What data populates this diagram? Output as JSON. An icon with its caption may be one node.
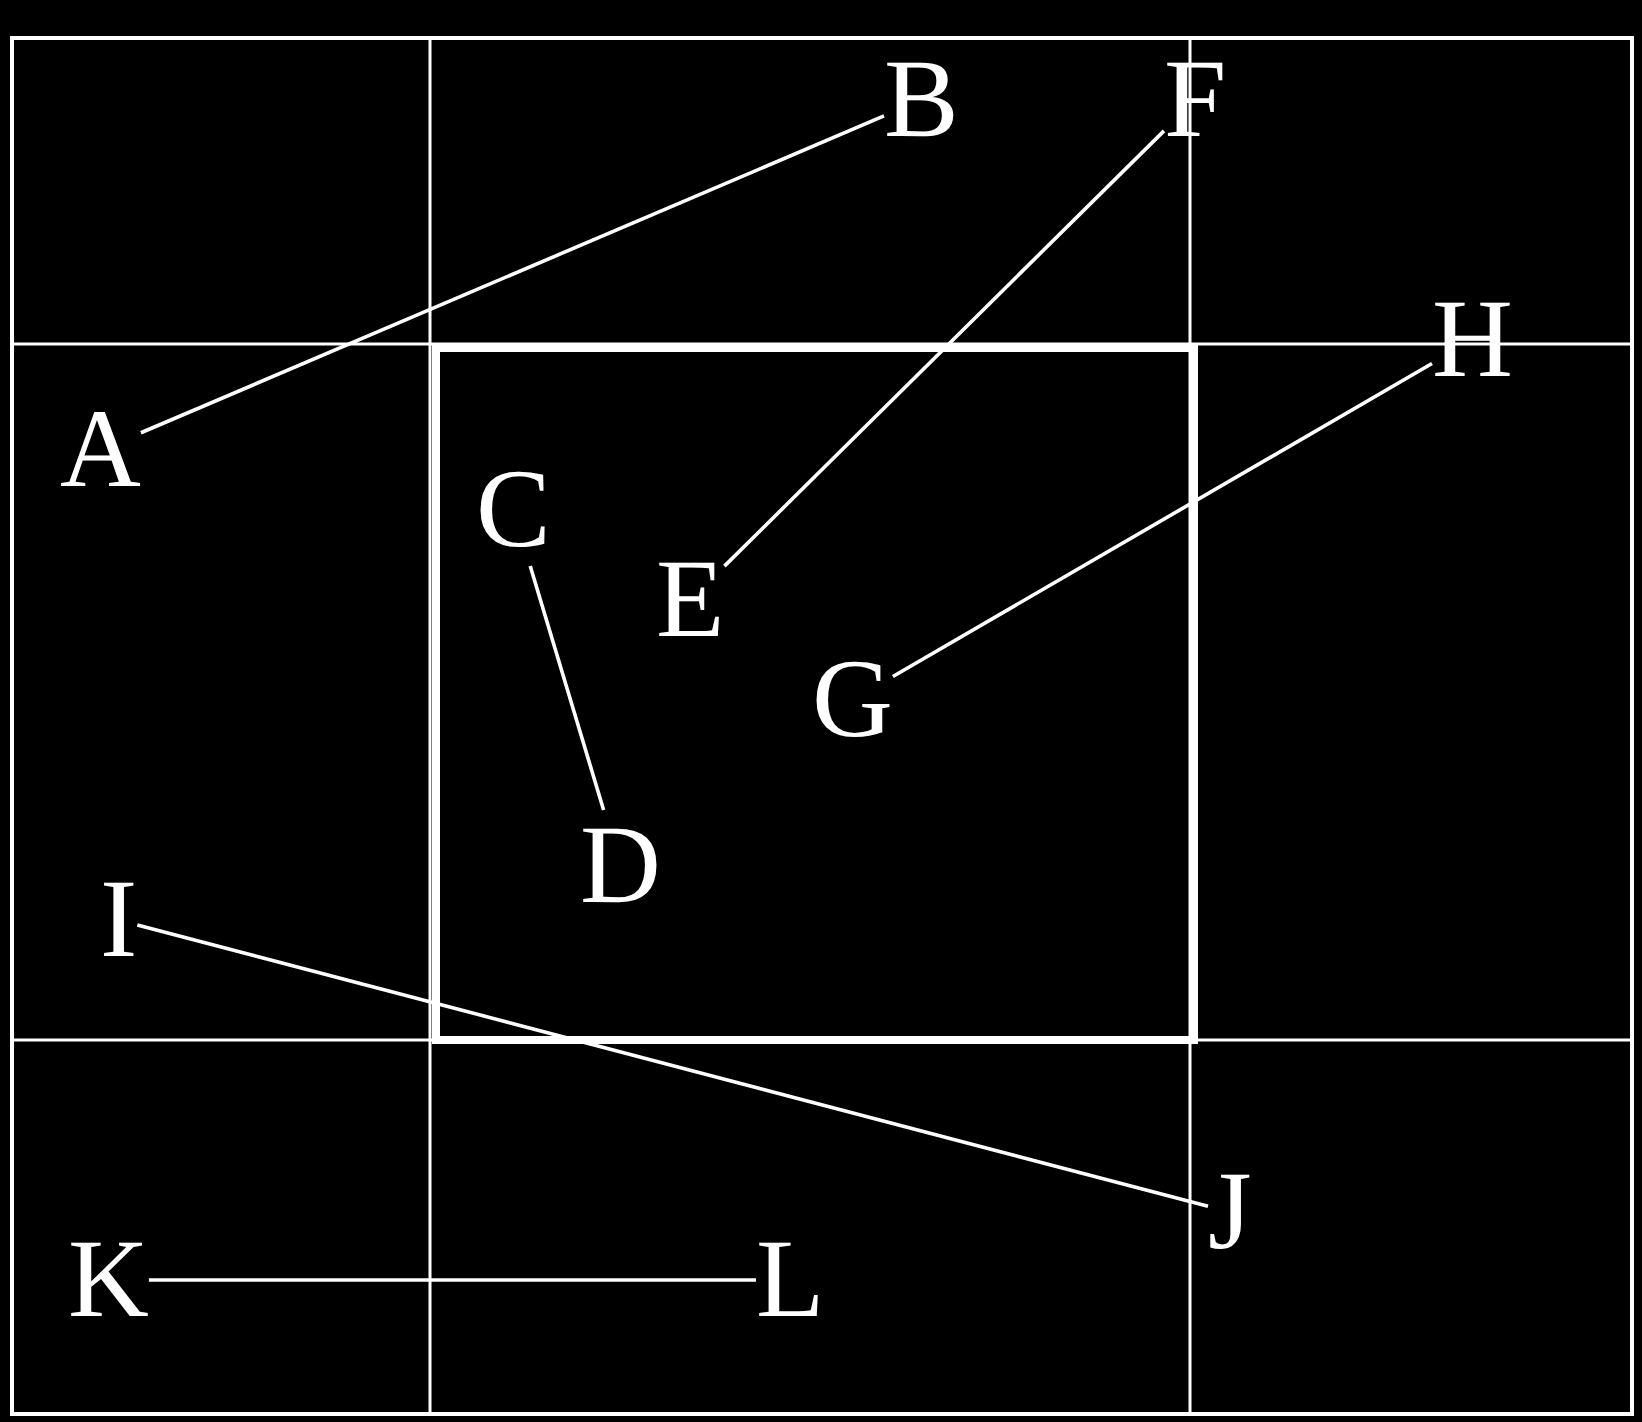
{
  "diagram": {
    "nodes": [
      {
        "text": [
          "A"
        ]
      },
      {
        "text": [
          "B"
        ]
      },
      {
        "text": [
          "C"
        ]
      },
      {
        "text": [
          "D"
        ]
      },
      {
        "text": [
          "E"
        ]
      },
      {
        "text": [
          "F"
        ]
      },
      {
        "text": [
          "G"
        ]
      },
      {
        "text": [
          "H"
        ]
      },
      {
        "text": [
          "I"
        ]
      },
      {
        "text": [
          "J"
        ]
      },
      {
        "text": [
          "K"
        ]
      },
      {
        "text": [
          "L"
        ]
      }
    ],
    "edges": [
      {
        "from": 0,
        "to": 1,
        "arrow": "none"
      },
      {
        "from": 2,
        "to": 3,
        "arrow": "none"
      },
      {
        "from": 4,
        "to": 5,
        "arrow": "none"
      },
      {
        "from": 6,
        "to": 7,
        "arrow": "none"
      },
      {
        "from": 8,
        "to": 9,
        "arrow": "none"
      },
      {
        "from": 10,
        "to": 11,
        "arrow": "none"
      }
    ]
  }
}
